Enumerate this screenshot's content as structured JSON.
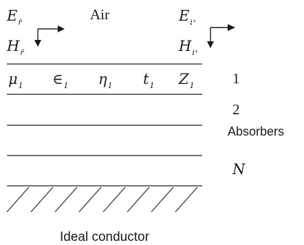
{
  "incident_side": {
    "e_field": {
      "symbol": "E",
      "subscript": "r̄"
    },
    "h_field": {
      "symbol": "H",
      "subscript": "r̄"
    }
  },
  "transmitted_side": {
    "e_field": {
      "symbol": "E",
      "subscript": "i⁺"
    },
    "h_field": {
      "symbol": "H",
      "subscript": "i⁺"
    }
  },
  "medium_label": "Air",
  "layer1_params": [
    {
      "symbol": "μ",
      "subscript": "1"
    },
    {
      "symbol": "∈",
      "subscript": "1"
    },
    {
      "symbol": "η",
      "subscript": "1"
    },
    {
      "symbol": "t",
      "subscript": "1"
    },
    {
      "symbol": "Z",
      "subscript": "1"
    }
  ],
  "layer_numbers": {
    "first": "1",
    "second": "2",
    "last": "N"
  },
  "absorbers_label": "Absorbers",
  "conductor_label": "Ideal conductor",
  "colors": {
    "ink": "#1a1a1a",
    "background": "#ffffff"
  }
}
